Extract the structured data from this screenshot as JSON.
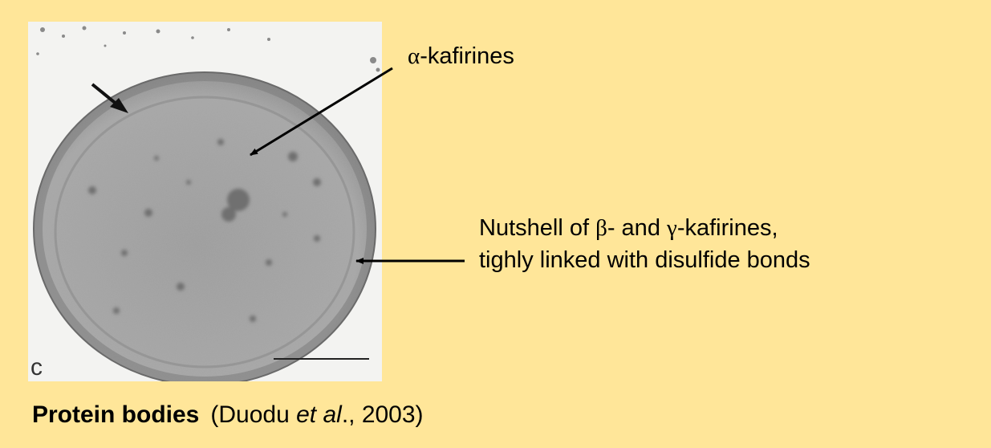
{
  "figure": {
    "image_description": "transmission electron micrograph of a protein body",
    "panel_letter": "c",
    "background_color": "#FFE699"
  },
  "labels": {
    "alpha_prefix": "α",
    "alpha_suffix": "-kafirines",
    "shell_line1_a": "Nutshell of ",
    "shell_beta": "β",
    "shell_line1_b": "- and ",
    "shell_gamma": "γ",
    "shell_line1_c": "-kafirines,",
    "shell_line2": "tighly linked with disulfide bonds"
  },
  "caption": {
    "title": "Protein bodies",
    "ref_open": "(Duodu ",
    "ref_italic": "et al",
    "ref_close": "., 2003)"
  }
}
